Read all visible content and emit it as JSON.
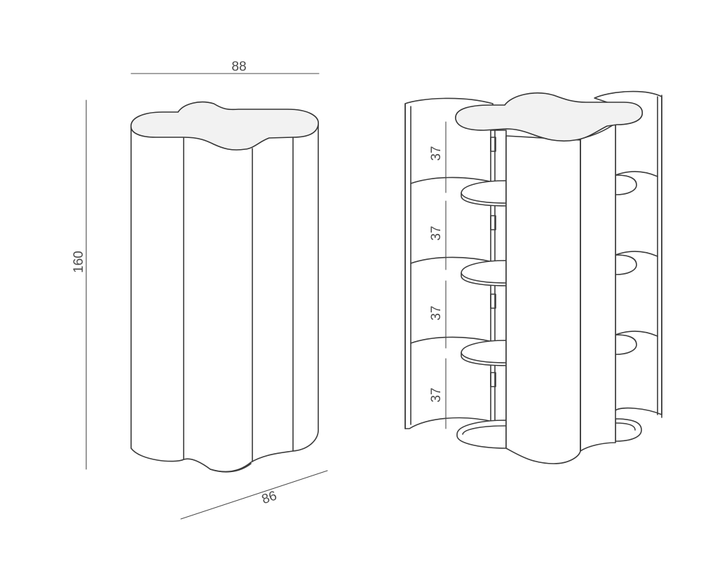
{
  "dimensions": {
    "width": "88",
    "height": "160",
    "depth": "86",
    "shelf_spacing": [
      "37",
      "37",
      "37",
      "37"
    ]
  },
  "colors": {
    "line": "#3a3a3a",
    "top_surface": "#f2f2f2",
    "background": "#ffffff"
  }
}
